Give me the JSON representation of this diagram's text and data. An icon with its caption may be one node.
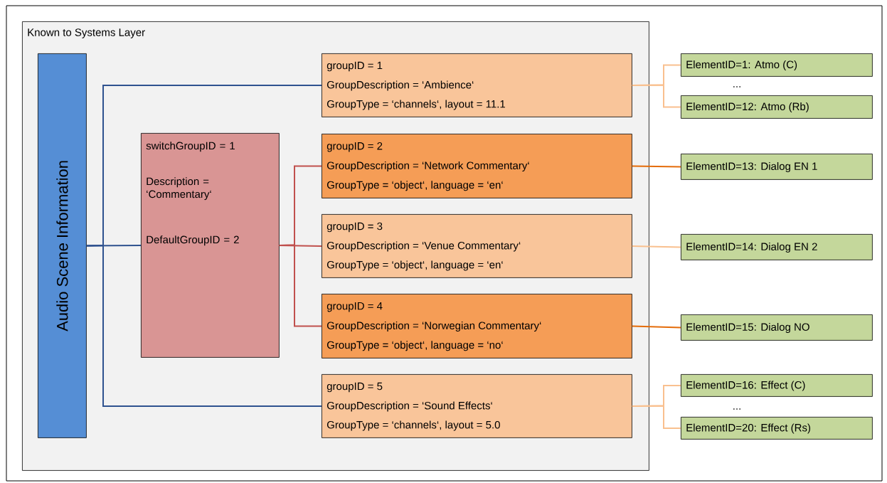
{
  "diagram": {
    "nodes": [
      {
        "text": [
          "Known to Systems Layer"
        ]
      },
      {
        "text": [
          "Audio Scene Information"
        ],
        "in": 0
      },
      {
        "text": [
          "switchGroupID = 1",
          "Description = ‘Commentary‘",
          "DefaultGroupID = 2"
        ],
        "in": 0
      },
      {
        "text": [
          "groupID = 1",
          "GroupDescription = ‘Ambience‘",
          "GroupType = ‘channels‘, layout = 11.1"
        ],
        "in": 0
      },
      {
        "text": [
          "groupID = 2",
          "GroupDescription = ‘Network Commentary‘",
          "GroupType = ‘object‘, language = ‘en‘"
        ],
        "in": 0
      },
      {
        "text": [
          "groupID = 3",
          "GroupDescription = ‘Venue Commentary‘",
          "GroupType = ‘object‘, language = ‘en‘"
        ],
        "in": 0
      },
      {
        "text": [
          "groupID = 4",
          "GroupDescription = ‘Norwegian Commentary‘",
          "GroupType = ‘object‘, language = ‘no‘"
        ],
        "in": 0
      },
      {
        "text": [
          "groupID = 5",
          "GroupDescription = ‘Sound Effects‘",
          "GroupType = ‘channels‘, layout = 5.0"
        ],
        "in": 0
      },
      {
        "text": [
          "ElementID=1: Atmo (C)"
        ]
      },
      {
        "text": [
          "ElementID=12: Atmo (Rb)"
        ]
      },
      {
        "text": [
          "ElementID=13: Dialog EN 1"
        ]
      },
      {
        "text": [
          "ElementID=14: Dialog EN 2"
        ]
      },
      {
        "text": [
          "ElementID=15: Dialog NO"
        ]
      },
      {
        "text": [
          "ElementID=16: Effect (C)"
        ]
      },
      {
        "text": [
          "ElementID=20: Effect (Rs)"
        ]
      }
    ],
    "edges": [
      {
        "from": 1,
        "to": 3,
        "arrow": "none",
        "color": "#2f528f"
      },
      {
        "from": 1,
        "to": 2,
        "arrow": "none",
        "color": "#2f528f"
      },
      {
        "from": 1,
        "to": 7,
        "arrow": "none",
        "color": "#2f528f"
      },
      {
        "from": 2,
        "to": 4,
        "arrow": "none",
        "color": "#c0504d"
      },
      {
        "from": 2,
        "to": 5,
        "arrow": "none",
        "color": "#c0504d"
      },
      {
        "from": 2,
        "to": 6,
        "arrow": "none",
        "color": "#c0504d"
      },
      {
        "from": 3,
        "to": 8,
        "arrow": "none",
        "color": "#f9c08f"
      },
      {
        "from": 3,
        "to": 9,
        "arrow": "none",
        "color": "#f9c08f"
      },
      {
        "from": 4,
        "to": 10,
        "arrow": "none",
        "color": "#e46c0a"
      },
      {
        "from": 5,
        "to": 11,
        "arrow": "none",
        "color": "#f9c08f"
      },
      {
        "from": 6,
        "to": 12,
        "arrow": "none",
        "color": "#e46c0a"
      },
      {
        "from": 7,
        "to": 13,
        "arrow": "none",
        "color": "#f9c08f"
      },
      {
        "from": 7,
        "to": 14,
        "arrow": "none",
        "color": "#f9c08f"
      }
    ],
    "labels": [
      "...",
      "..."
    ]
  }
}
